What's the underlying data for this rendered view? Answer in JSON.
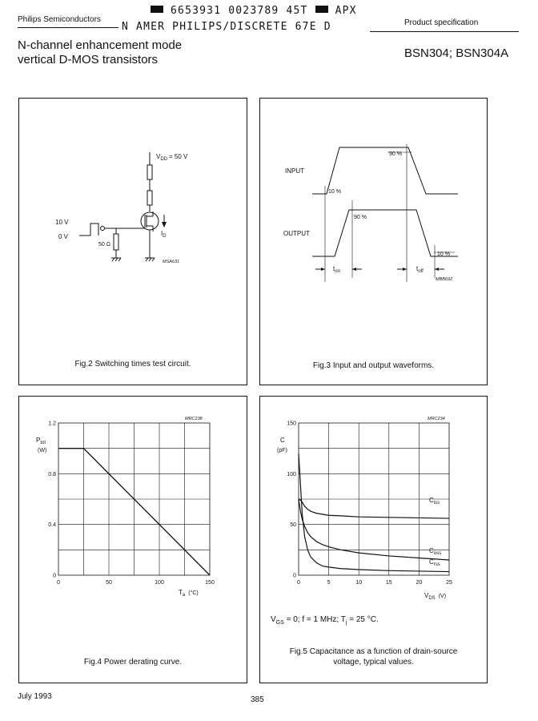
{
  "header": {
    "company": "Philips Semiconductors",
    "code_line1": "6653931 0023789 45T",
    "code_line1_suffix": "APX",
    "code_line2": "N AMER PHILIPS/DISCRETE 67E D",
    "doc_type": "Product specification",
    "title_line1": "N-channel enhancement mode",
    "title_line2": "vertical D-MOS transistors",
    "part_numbers": "BSN304; BSN304A"
  },
  "fig2": {
    "caption": "Fig.2  Switching times test circuit.",
    "vdd_label": "V",
    "vdd_sub": "DD",
    "vdd_value": "= 50 V",
    "pulse_high": "10 V",
    "pulse_low": "0 V",
    "resistor": "50 Ω",
    "id_label": "I",
    "id_sub": "D",
    "code": "MSA631"
  },
  "fig3": {
    "caption": "Fig.3  Input and output waveforms.",
    "input_label": "INPUT",
    "output_label": "OUTPUT",
    "pct_90_in": "90 %",
    "pct_10_in": "10 %",
    "pct_90_out": "90 %",
    "pct_10_out": "10 %",
    "t_on": "t",
    "t_on_sub": "on",
    "t_off": "t",
    "t_off_sub": "off",
    "code": "MBB692"
  },
  "fig4": {
    "caption": "Fig.4  Power derating curve.",
    "code": "MRC238",
    "ylabel_main": "P",
    "ylabel_sub": "tot",
    "ylabel_unit": "(W)",
    "xlabel_main": "T",
    "xlabel_sub": "a",
    "xlabel_unit": "(°C)"
  },
  "fig5": {
    "caption_line1": "Fig.5  Capacitance as a function of drain-source",
    "caption_line2": "voltage, typical values.",
    "code": "MRC234",
    "ylabel_main": "C",
    "ylabel_unit": "(pF)",
    "xlabel_main": "V",
    "xlabel_sub": "DS",
    "xlabel_unit": "(V)",
    "conditions": "V GS = 0; f = 1 MHz; Tj = 25 °C.",
    "cond_vgs": "V",
    "cond_vgs_sub": "GS",
    "cond_mid": "= 0; f = 1 MHz; T",
    "cond_tj_sub": "j",
    "cond_end": "= 25 °C."
  },
  "footer": {
    "date": "July 1993",
    "page": "385"
  },
  "chart_data": [
    {
      "id": "fig4",
      "type": "line",
      "x_ticks": [
        "0",
        "50",
        "100",
        "150"
      ],
      "y_ticks": [
        "0",
        "0.4",
        "0.8",
        "1.2"
      ],
      "xlim": [
        0,
        150
      ],
      "ylim": [
        0,
        1.2
      ],
      "grid": true,
      "series": [
        {
          "x": [
            0,
            25,
            150
          ],
          "y": [
            1.0,
            1.0,
            0.0
          ]
        }
      ]
    },
    {
      "id": "fig5",
      "type": "line",
      "x_ticks": [
        "0",
        "5",
        "10",
        "15",
        "20",
        "25"
      ],
      "y_ticks": [
        "0",
        "50",
        "100",
        "150"
      ],
      "xlim": [
        0,
        25
      ],
      "ylim": [
        0,
        150
      ],
      "grid": true,
      "series": [
        {
          "name": "C",
          "name_sub": "iss",
          "x": [
            0,
            0.3,
            0.6,
            1,
            1.5,
            2,
            3,
            4,
            5,
            7,
            10,
            15,
            20,
            25
          ],
          "y": [
            75,
            74,
            72,
            68,
            65,
            63,
            61,
            60,
            59,
            58.5,
            57.5,
            57,
            56.5,
            56
          ]
        },
        {
          "name": "C",
          "name_sub": "oss",
          "x": [
            0,
            0.3,
            0.6,
            1,
            1.5,
            2,
            3,
            4,
            5,
            7,
            10,
            15,
            20,
            25
          ],
          "y": [
            75,
            63,
            55,
            48,
            42,
            38,
            33,
            30,
            28,
            25,
            22,
            19,
            17,
            15
          ]
        },
        {
          "name": "C",
          "name_sub": "rss",
          "x": [
            0,
            0.3,
            0.6,
            1,
            1.5,
            2,
            3,
            4,
            5,
            7,
            10,
            15,
            20,
            25
          ],
          "y": [
            120,
            90,
            60,
            38,
            25,
            18,
            12,
            9,
            8,
            6.5,
            5.5,
            4.5,
            4,
            3.5
          ]
        }
      ]
    }
  ]
}
